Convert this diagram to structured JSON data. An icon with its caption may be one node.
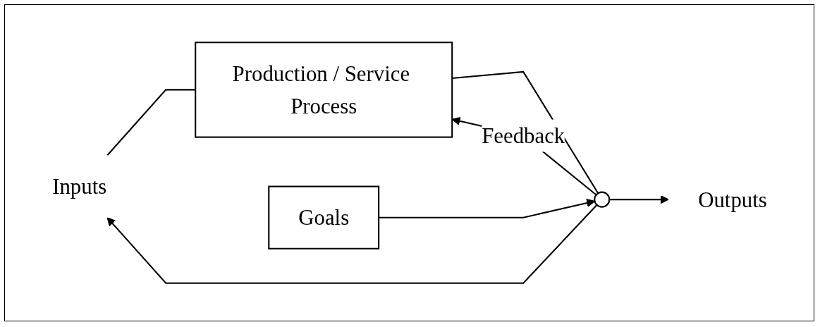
{
  "diagram": {
    "nodes": [
      {
        "text": [
          "Inputs"
        ]
      },
      {
        "text": [
          "Production / Service Process"
        ]
      },
      {
        "text": [],
        "shape": "circle"
      },
      {
        "text": [
          "Outputs"
        ]
      },
      {
        "text": [
          "Goals"
        ]
      }
    ],
    "edges": [
      {
        "from": 0,
        "to": 1,
        "arrow": "none"
      },
      {
        "from": 1,
        "to": 2,
        "arrow": "none"
      },
      {
        "from": 2,
        "to": 3,
        "arrow": "to"
      },
      {
        "from": 4,
        "to": 2,
        "arrow": "to"
      },
      {
        "from": 2,
        "to": 0,
        "arrow": "to"
      },
      {
        "from": 2,
        "to": 1,
        "arrow": "to",
        "label": "Feedback"
      }
    ]
  }
}
